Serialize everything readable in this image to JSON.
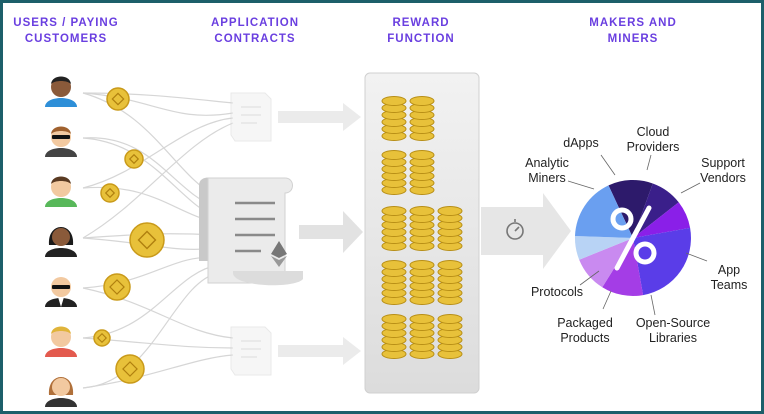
{
  "headers": {
    "users": "USERS / PAYING\nCUSTOMERS",
    "contracts": "APPLICATION\nCONTRACTS",
    "reward": "REWARD\nFUNCTION",
    "makers": "MAKERS AND\nMINERS"
  },
  "segments": {
    "dapps": "dApps",
    "cloud": "Cloud\nProviders",
    "analytic": "Analytic\nMiners",
    "support": "Support\nVendors",
    "app_teams": "App\nTeams",
    "protocols": "Protocols",
    "packaged": "Packaged\nProducts",
    "open_source": "Open-Source\nLibraries"
  },
  "icons": {
    "user": "person-avatar-icon",
    "coin": "token-coin-icon",
    "contract": "contract-scroll-icon",
    "ethereum": "ethereum-logo-icon",
    "timer": "timer-icon",
    "percent": "percent-icon"
  },
  "colors": {
    "frame": "#1d5f6a",
    "header": "#6a3fe0",
    "coin": "#e8c13a",
    "segment_dapps": "#2d1a6b",
    "segment_cloud": "#3a1f8a",
    "segment_support": "#8a1fe8",
    "segment_app_teams": "#5a3de8",
    "segment_open_source": "#a43de6",
    "segment_packaged": "#c98af0",
    "segment_protocols": "#b8d3f5",
    "segment_analytic": "#6a9ff0"
  }
}
